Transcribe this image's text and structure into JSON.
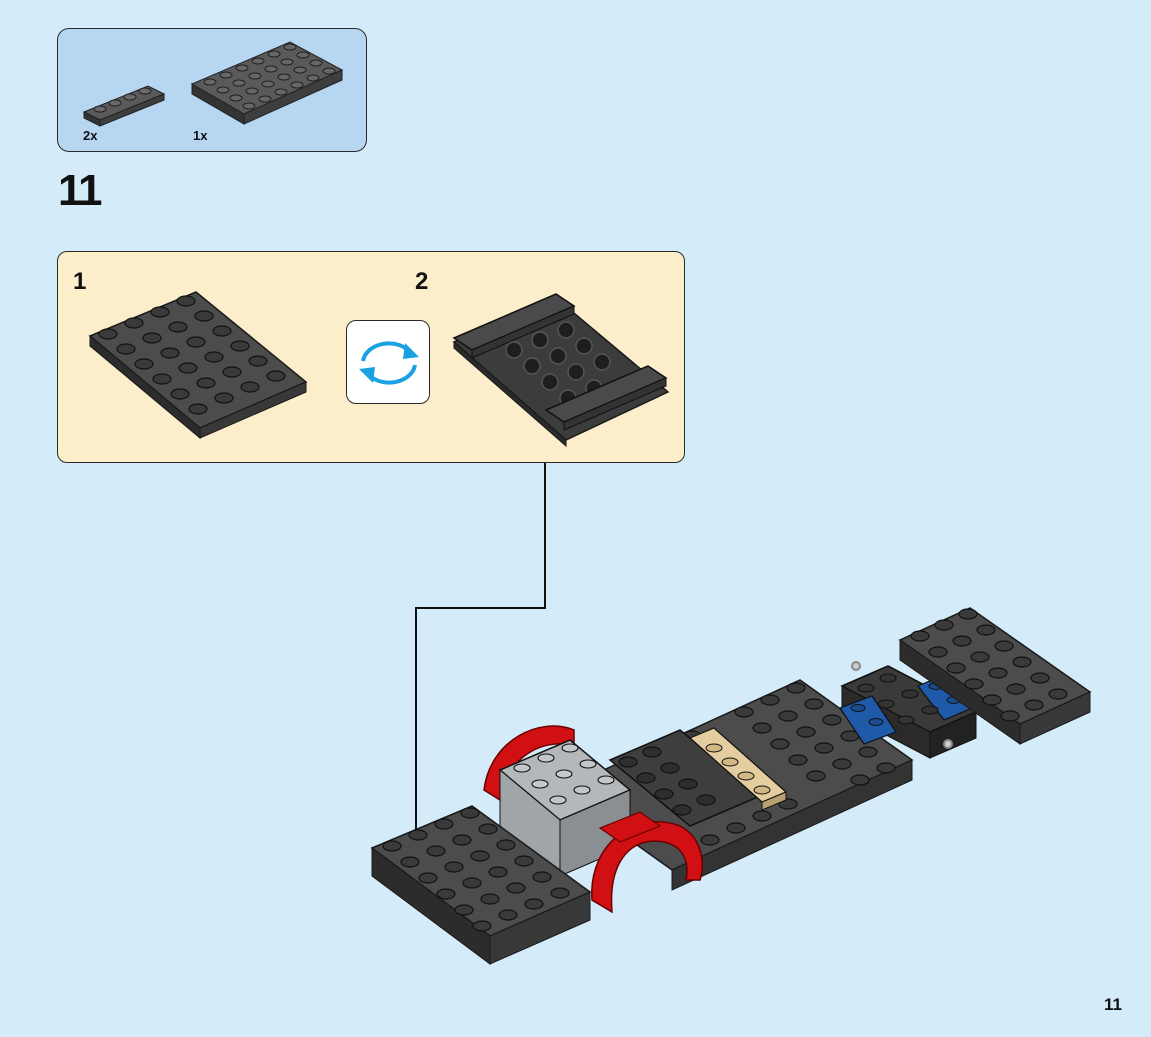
{
  "parts_list": {
    "items": [
      {
        "quantity": "2x",
        "part": "plate-1x4-icon",
        "color": "#4a4a4a"
      },
      {
        "quantity": "1x",
        "part": "plate-4x6-icon",
        "color": "#4a4a4a"
      }
    ]
  },
  "step": {
    "number": "11"
  },
  "sub_steps": [
    {
      "number": "1"
    },
    {
      "number": "2"
    }
  ],
  "rotate_icon": "rotate-model-icon",
  "colors": {
    "background": "#d4ebfa",
    "parts_panel": "#b7d6f2",
    "sub_step_panel": "#fdeecb",
    "brick_dark_gray": "#4a4a4a",
    "brick_red": "#d01012",
    "brick_blue": "#1e5aa8",
    "brick_tan": "#e4cd9e",
    "brick_light_gray": "#a0a5a9",
    "rotate_arrow": "#1ba1e2"
  },
  "page_number": "11"
}
